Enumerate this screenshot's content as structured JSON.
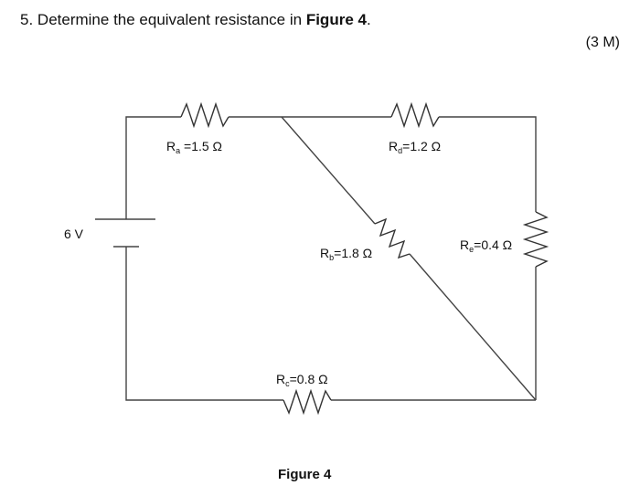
{
  "question": {
    "number": "5.",
    "text": "Determine the equivalent resistance in",
    "figure_ref": "Figure 4",
    "end": ".",
    "marks": "(3 M)"
  },
  "diagram": {
    "source_label": "6 V",
    "resistors": {
      "ra": {
        "name": "R",
        "sub": "a",
        "value": " =1.5 Ω"
      },
      "rb": {
        "name": "R",
        "sub": "b",
        "value": "=1.8 Ω"
      },
      "rc": {
        "name": "R",
        "sub": "c",
        "value": "=0.8 Ω"
      },
      "rd": {
        "name": "R",
        "sub": "d",
        "value": "=1.2 Ω"
      },
      "re": {
        "name": "R",
        "sub": "e",
        "value": "=0.4 Ω"
      }
    },
    "caption": "Figure 4"
  }
}
